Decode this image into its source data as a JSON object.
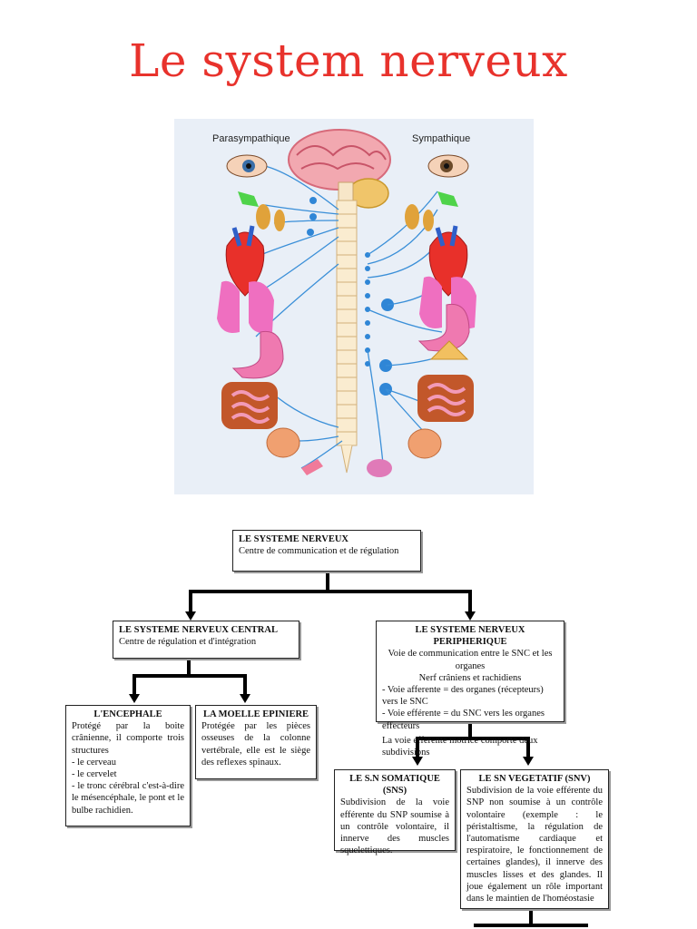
{
  "page": {
    "title": "Le system nerveux"
  },
  "illustration": {
    "left_label": "Parasympathique",
    "right_label": "Sympathique"
  },
  "chart": {
    "root": {
      "title": "LE SYSTEME NERVEUX",
      "subtitle": "Centre de communication et de régulation"
    },
    "snc": {
      "title": "LE SYSTEME NERVEUX CENTRAL",
      "subtitle": "Centre de régulation et d'intégration"
    },
    "snp": {
      "title": "LE SYSTEME NERVEUX PERIPHERIQUE",
      "line1": "Voie de communication entre le SNC et les organes",
      "line2": "Nerf crâniens et rachidiens",
      "line3": "- Voie afferente = des organes (récepteurs) vers le SNC",
      "line4": "- Voie efférente = du SNC vers les organes effecteurs",
      "line5": "La voie efférente motrice comporte deux subdivisions"
    },
    "encephale": {
      "title": "L'ENCEPHALE",
      "body": "Protégé par la boite crânienne, il comporte trois structures",
      "item1": "- le cerveau",
      "item2": "- le cervelet",
      "item3": "- le tronc cérébral c'est-à-dire le mésencéphale, le pont et le bulbe rachidien."
    },
    "moelle": {
      "title": "LA MOELLE EPINIERE",
      "body": "Protégée par les pièces osseuses de la colonne vertébrale, elle est le siège des reflexes spinaux."
    },
    "sns": {
      "title": "LE S.N SOMATIQUE (SNS)",
      "body": "Subdivision de la voie efférente du SNP soumise à un contrôle volontaire, il innerve des muscles squelettiques."
    },
    "snv": {
      "title": "LE SN VEGETATIF (SNV)",
      "body": "Subdivision de la voie efférente du SNP non soumise à un contrôle volontaire (exemple : le péristaltisme, la régulation de l'automatisme cardiaque et respiratoire, le fonctionnement de certaines glandes), il innerve des muscles lisses et des glandes. Il joue également un rôle important dans le maintien de l'homéostasie"
    }
  }
}
